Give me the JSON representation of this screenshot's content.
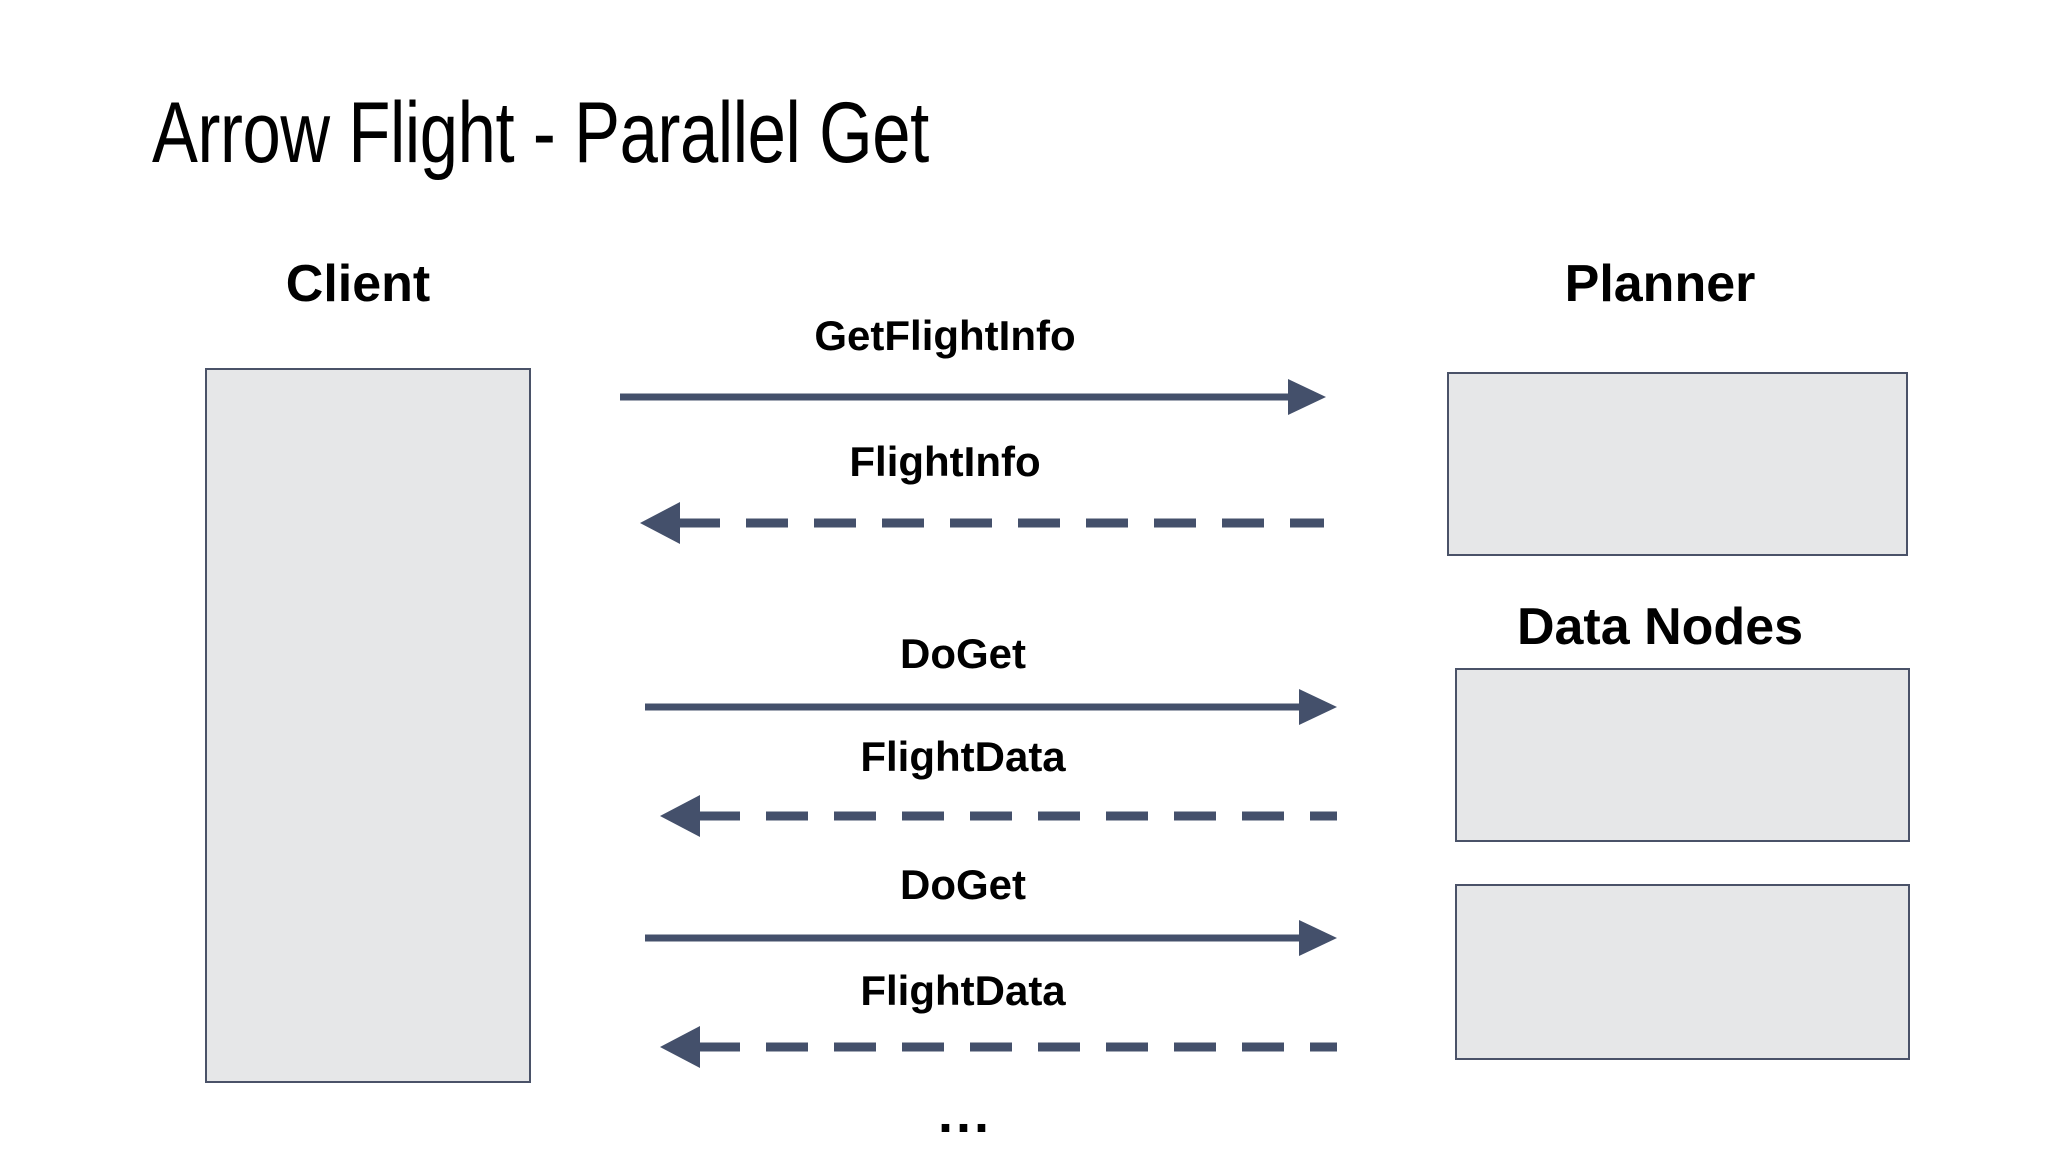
{
  "slide": {
    "title": "Arrow Flight - Parallel Get",
    "background_color": "#FFFFFF"
  },
  "colors": {
    "arrow": "#44506B",
    "box_fill": "#E6E7E8",
    "box_border": "#4A5268",
    "text": "#000000"
  },
  "columns": {
    "client": {
      "heading": "Client"
    },
    "planner": {
      "heading": "Planner"
    },
    "data_nodes": {
      "heading": "Data Nodes"
    }
  },
  "messages": [
    {
      "label": "GetFlightInfo",
      "direction": "right",
      "style": "solid",
      "from": "client",
      "to": "planner"
    },
    {
      "label": "FlightInfo",
      "direction": "left",
      "style": "dashed",
      "from": "planner",
      "to": "client"
    },
    {
      "label": "DoGet",
      "direction": "right",
      "style": "solid",
      "from": "client",
      "to": "data-node-1"
    },
    {
      "label": "FlightData",
      "direction": "left",
      "style": "dashed",
      "from": "data-node-1",
      "to": "client"
    },
    {
      "label": "DoGet",
      "direction": "right",
      "style": "solid",
      "from": "client",
      "to": "data-node-2"
    },
    {
      "label": "FlightData",
      "direction": "left",
      "style": "dashed",
      "from": "data-node-2",
      "to": "client"
    }
  ],
  "continuation": {
    "ellipsis": "..."
  }
}
